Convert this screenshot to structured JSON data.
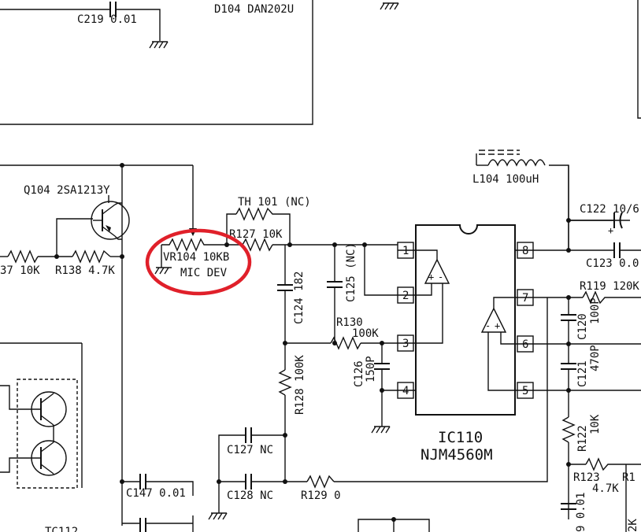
{
  "labels": {
    "c219": "C219 0.01",
    "d104": "D104 DAN202U",
    "q104": "Q104 2SA1213Y",
    "th101": "TH 101 (NC)",
    "r127": "R127 10K",
    "vr104": "VR104 10KB",
    "mic_dev": "MIC DEV",
    "c124": "C124 182",
    "c125": "C125 (NC)",
    "r130": "R130",
    "r130_val": "100K",
    "c126": "C126",
    "c126_val": "150P",
    "r128": "R128 100K",
    "c127": "C127 NC",
    "c128": "C128 NC",
    "r129": "R129 0",
    "c147": "C147 0.01",
    "r137_frag": "37 10K",
    "r138": "R138 4.7K",
    "l104": "L104 100uH",
    "c122": "C122 10/6",
    "c123": "C123 0.0",
    "r119": "R119 120K",
    "c120": "C120",
    "c120_val": "100P",
    "c121": "C121",
    "c121_val": "470P",
    "r122": "R122",
    "r122_val": "10K",
    "r123": "R123",
    "r123_val": "4.7K",
    "r12x_frag": "R1",
    "c_frag_bottom": "9 0.01",
    "k_frag": "2K",
    "bottom_left_frag": "TC112",
    "ic_name": "IC110",
    "ic_part": "NJM4560M"
  },
  "pins": [
    "1",
    "2",
    "3",
    "4",
    "5",
    "6",
    "7",
    "8"
  ],
  "highlight_color": "#e0202a"
}
